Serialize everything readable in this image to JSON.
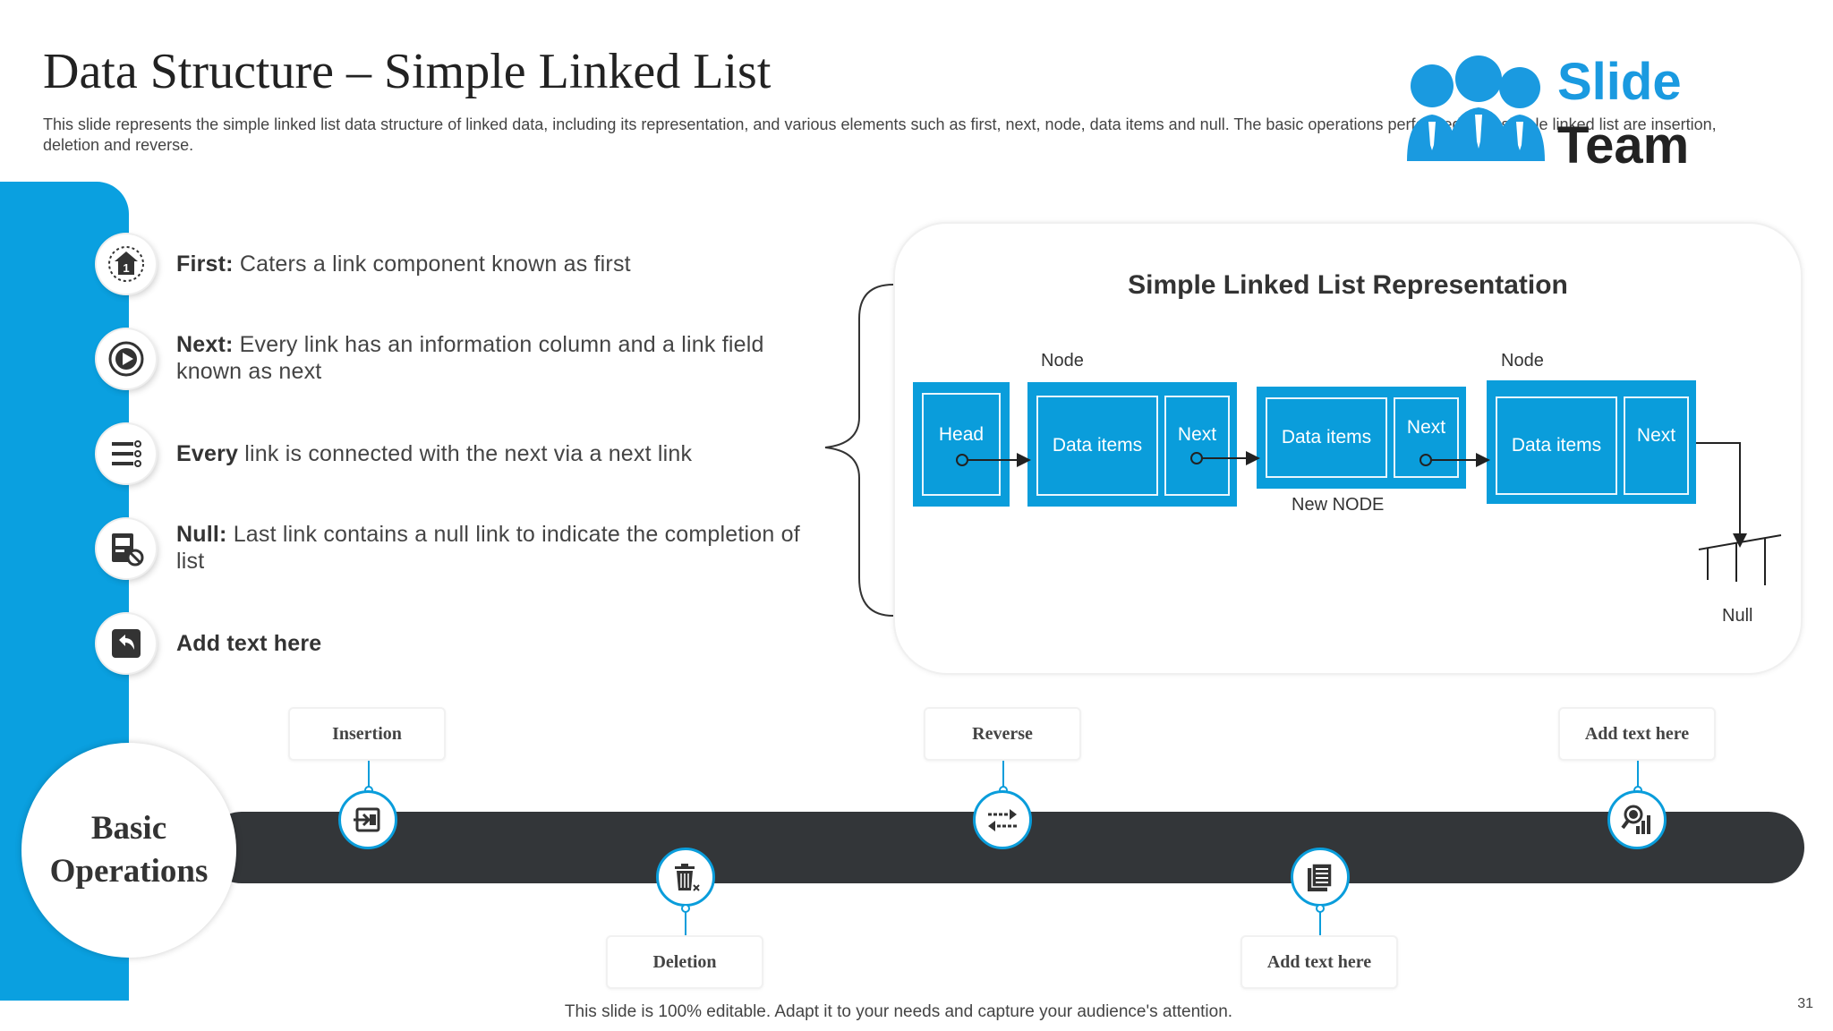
{
  "header": {
    "title": "Data Structure – Simple Linked List",
    "subtitle": "This slide represents the simple linked list data structure of linked data, including its representation, and various elements such as first, next, node, data items and null. The basic operations performed on a simple linked list are insertion, deletion and reverse."
  },
  "logo": {
    "line1": "Slide",
    "line2": "Team",
    "color": "#1a9ae0"
  },
  "features": [
    {
      "bold": "First:",
      "text": " Caters a link component known as first",
      "icon": "home-badge-icon"
    },
    {
      "bold": "Next:",
      "text": " Every link has an information column and a link field known as next",
      "icon": "play-circle-icon"
    },
    {
      "bold": "Every",
      "text": " link is connected with the next via a next link",
      "icon": "checklist-icon"
    },
    {
      "bold": "Null:",
      "text": " Last link contains a null link to indicate the completion of list",
      "icon": "document-blocked-icon"
    },
    {
      "bold": "Add text here",
      "text": "",
      "icon": "back-arrow-icon"
    }
  ],
  "representation": {
    "title": "Simple Linked List Representation",
    "node_label_1": "Node",
    "node_label_2": "Node",
    "new_node_label": "New  NODE",
    "null_label": "Null",
    "head": "Head",
    "data_items": "Data items",
    "next": "Next"
  },
  "operations": {
    "center_line1": "Basic",
    "center_line2": "Operations",
    "insertion": "Insertion",
    "deletion": "Deletion",
    "reverse": "Reverse",
    "add_top": "Add  text  here",
    "add_bottom": "Add  text  here"
  },
  "footer": "This slide is 100% editable. Adapt it to your needs and capture your audience's attention.",
  "page_number": "31",
  "colors": {
    "accent": "#0a9ddb",
    "bar": "#333639"
  }
}
